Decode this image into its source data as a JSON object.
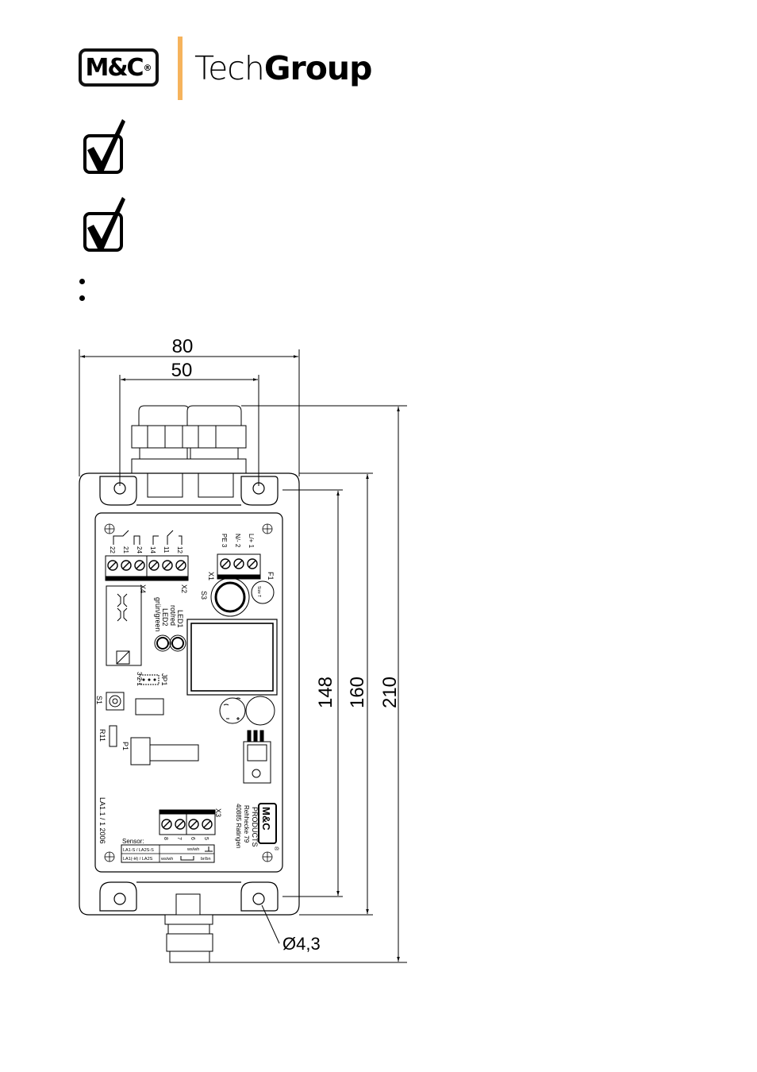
{
  "header": {
    "logo_mark": "M&C",
    "logo_reg": "®",
    "logo_word_light": "Tech",
    "logo_word_bold": "Group"
  },
  "checklist": {
    "items": [
      {
        "icon": "checkbox-checked-icon"
      },
      {
        "icon": "checkbox-checked-icon"
      }
    ],
    "bullets": [
      "",
      ""
    ]
  },
  "drawing": {
    "dim_80": "80",
    "dim_50": "50",
    "dim_148": "148",
    "dim_160": "160",
    "dim_210": "210",
    "hole_dia": "Ø4,3",
    "board": {
      "terminals_x4": [
        "22",
        "21",
        "24"
      ],
      "terminals_x2": [
        "14",
        "11",
        "12"
      ],
      "terminals_x1": [
        "PE 3",
        "N/- 2",
        "L/+ 1"
      ],
      "label_x4": "X4",
      "label_x2": "X2",
      "label_x1": "X1",
      "label_f1": "F1",
      "label_s3": "S3",
      "label_led1": "LED1",
      "label_led1_sub": "rot/red",
      "label_led2": "LED2",
      "label_led2_sub": "grün/green",
      "label_jp1": "JP1",
      "label_jp1_pins": "3 2 1",
      "label_s1": "S1",
      "label_r11": "R11",
      "label_p1": "P1",
      "label_x3": "X3",
      "terminals_x3": [
        "8",
        "7",
        "6",
        "5"
      ],
      "label_version": "LA1.1 / 1 2006",
      "label_sensor": "Sensor:",
      "sensor_row1_left": "LA1-S / LA2S-S",
      "sensor_row1_right": "ws/wh",
      "sensor_row2_left": "LA1(-H) / LA2S",
      "sensor_row2_mid": "ws/wh",
      "sensor_row2_right": "br/bn",
      "brand_mark": "M&C",
      "brand_line1": "PRODUCTS",
      "brand_line2": "Rehhecke 79",
      "brand_line3": "40885 Ratingen",
      "brand_reg": "®",
      "fuse_text": "Size T"
    }
  }
}
